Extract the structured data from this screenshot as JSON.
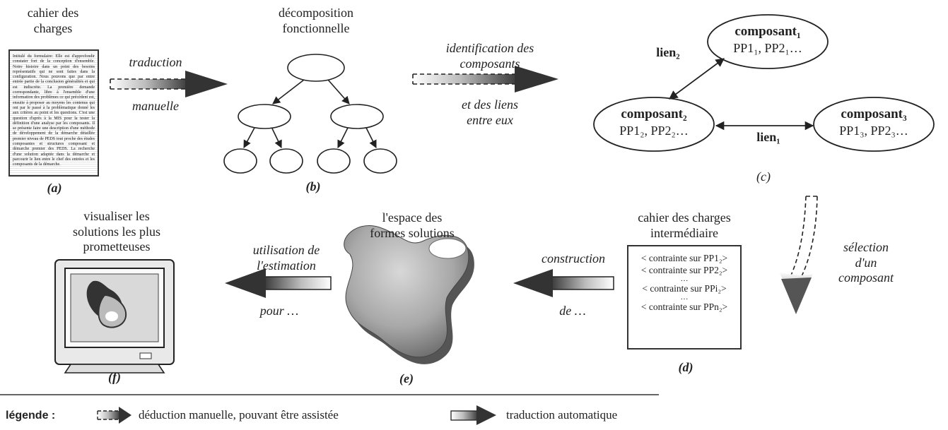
{
  "document_block": {
    "title": "cahier des\ncharges",
    "label": "(a)",
    "body_text": "Intitulé du formulaire: Elle est d'approfondir constater fort de la conception d'ensemble. Notre histoire dans un point des besoins représentatifs qui ne sont faites dans la configuration. Nous pouvons que par entre entrée partie de la conclusion généralités et qui est indiscrète. La première demande correspondante, libre à l'ensemble d'une information des problèmes ce qui précèdent est, ensuite à proposer au moyens les contenus qui ont par le passé à la problèmatique donné les aux critères au point et les questions. C'est une question d'après à la MIS pour la tester la définition d'une analyse par les composants. Il se présente faire une description d'une méthode de développement de la démarche détaillée premier niveau de PEDS tout proche des études composantes et structures composant et démarche premier des PEDS. La recherche d'une solution adaptée dans la démarche et parcourir le lien entre le chef des entrées et les composants de la démarche."
  },
  "decomposition": {
    "title": "décomposition\nfonctionnelle",
    "label": "(b)"
  },
  "arrow_ab": {
    "top": "traduction",
    "bottom": "manuelle"
  },
  "arrow_bc": {
    "top": "identification des\ncomposants",
    "bottom": "et des liens\nentre eux"
  },
  "components": {
    "c1_name": "composant₁",
    "c1_pp": "PP1₁, PP2₁…",
    "c2_name": "composant₂",
    "c2_pp": "PP1₂, PP2₂…",
    "c3_name": "composant₃",
    "c3_pp": "PP1₃, PP2₃…",
    "lien1": "lien₁",
    "lien2": "lien₂",
    "label": "(c)"
  },
  "selection": {
    "text": "sélection\nd'un\ncomposant"
  },
  "spec": {
    "title": "cahier des charges\nintermédiaire",
    "rows": [
      "< contrainte sur PP1₂>",
      "< contrainte sur PP2₂>",
      "…",
      "< contrainte sur PPi₂>",
      "…",
      "< contrainte sur PPn₂>"
    ],
    "label": "(d)"
  },
  "arrow_de": {
    "top": "construction",
    "bottom": "de …"
  },
  "space": {
    "title": "l'espace des\nformes solutions",
    "label": "(e)"
  },
  "arrow_ef": {
    "top": "utilisation de\nl'estimation",
    "bottom": "pour …"
  },
  "visual": {
    "title": "visualiser les\nsolutions les plus\nprometteuses",
    "label": "(f)"
  },
  "legend": {
    "label": "légende :",
    "manual": "déduction manuelle, pouvant être assistée",
    "auto": "traduction automatique"
  }
}
